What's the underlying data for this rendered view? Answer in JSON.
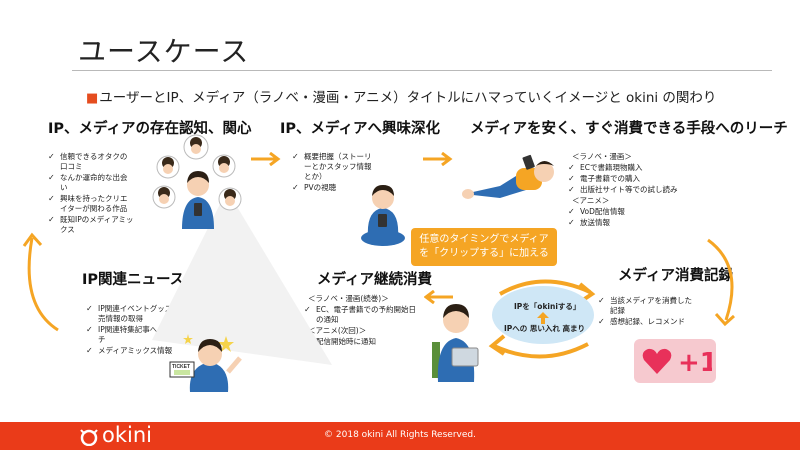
{
  "slide": {
    "title": "ユースケース",
    "subtitle_marker": "■",
    "subtitle": "ユーザーとIP、メディア（ラノベ・漫画・アニメ）タイトルにハマっていくイメージと okini の関わり"
  },
  "stages": {
    "awareness": {
      "title": "IP、メディアの存在認知、関心",
      "bullets": [
        "信頼できるオタクの口コミ",
        "なんか運命的な出会い",
        "興味を持ったクリエイターが関わる作品",
        "既知IPのメディアミックス"
      ]
    },
    "interest": {
      "title": "IP、メディアへ興味深化",
      "bullets": [
        "概要把握（ストーリーとかスタッフ情報とか）",
        "PVの視聴"
      ]
    },
    "reach": {
      "title": "メディアを安く、すぐ消費できる手段へのリーチ",
      "groups": [
        {
          "head": "＜ラノベ・漫画＞",
          "items": [
            "ECで書籍現物購入",
            "電子書籍での購入",
            "出版社サイト等での試し読み"
          ]
        },
        {
          "head": "＜アニメ＞",
          "items": [
            "VoD配信情報",
            "放送情報"
          ]
        }
      ]
    },
    "record": {
      "title": "メディア消費記録",
      "bullets": [
        "当該メディアを消費した記録",
        "感想記録、レコメンド"
      ]
    },
    "continuous": {
      "title": "メディア継続消費",
      "groups": [
        {
          "head": "＜ラノベ・漫画(続巻)＞",
          "items": [
            "EC、電子書籍での予約開始日の通知"
          ]
        },
        {
          "head": "＜アニメ(次回)＞",
          "items": [
            "配信開始時に通知"
          ]
        }
      ]
    },
    "news": {
      "title": "IP関連ニュースの取得",
      "bullets": [
        "IP関連イベントグッズ発売情報の取得",
        "IP関連特集記事へのリーチ",
        "メディアミックス情報"
      ]
    }
  },
  "callout": {
    "line1": "任意のタイミングでメディア",
    "line2": "を「クリップする」に加える"
  },
  "cycle": {
    "top": "IPを「okiniする」",
    "bottom": "IPへの 思い入れ 高まり"
  },
  "illustrations": {
    "ticket_label": "TICKET",
    "badge_plus": "+1"
  },
  "footer": {
    "logo": "okini",
    "copyright": "© 2018 okini All Rights Reserved."
  },
  "colors": {
    "accent": "#ea3b19",
    "arrow": "#f5a524",
    "callout": "#f5a524",
    "cycle_ellipse": "#cfe7f6",
    "badge": "#f6c9cf",
    "heart": "#e8315a"
  }
}
